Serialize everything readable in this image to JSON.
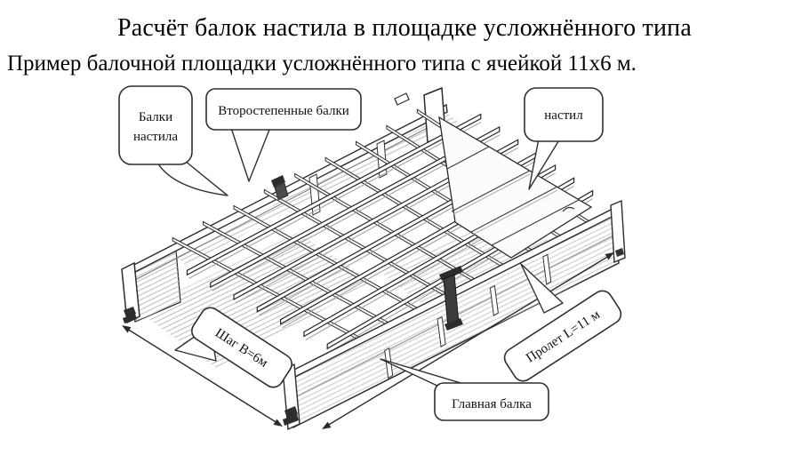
{
  "title": "Расчёт балок настила в площадке усложнённого типа",
  "subtitle": "Пример балочной площадки усложнённого типа с ячейкой 11х6 м.",
  "diagram": {
    "callouts": {
      "deck_beams": {
        "line1": "Балки",
        "line2": "настила"
      },
      "secondary_beams": {
        "label": "Второстепенные балки"
      },
      "decking": {
        "label": "настил"
      },
      "main_beam": {
        "label": "Главная балка"
      },
      "step_dimension": {
        "label": "Шаг В=6м"
      },
      "span_dimension": {
        "label": "Пролет L=11 м"
      }
    },
    "colors": {
      "line": "#2b2b2b",
      "hatch": "#bfbfbf",
      "background": "#ffffff",
      "text": "#000000"
    }
  }
}
